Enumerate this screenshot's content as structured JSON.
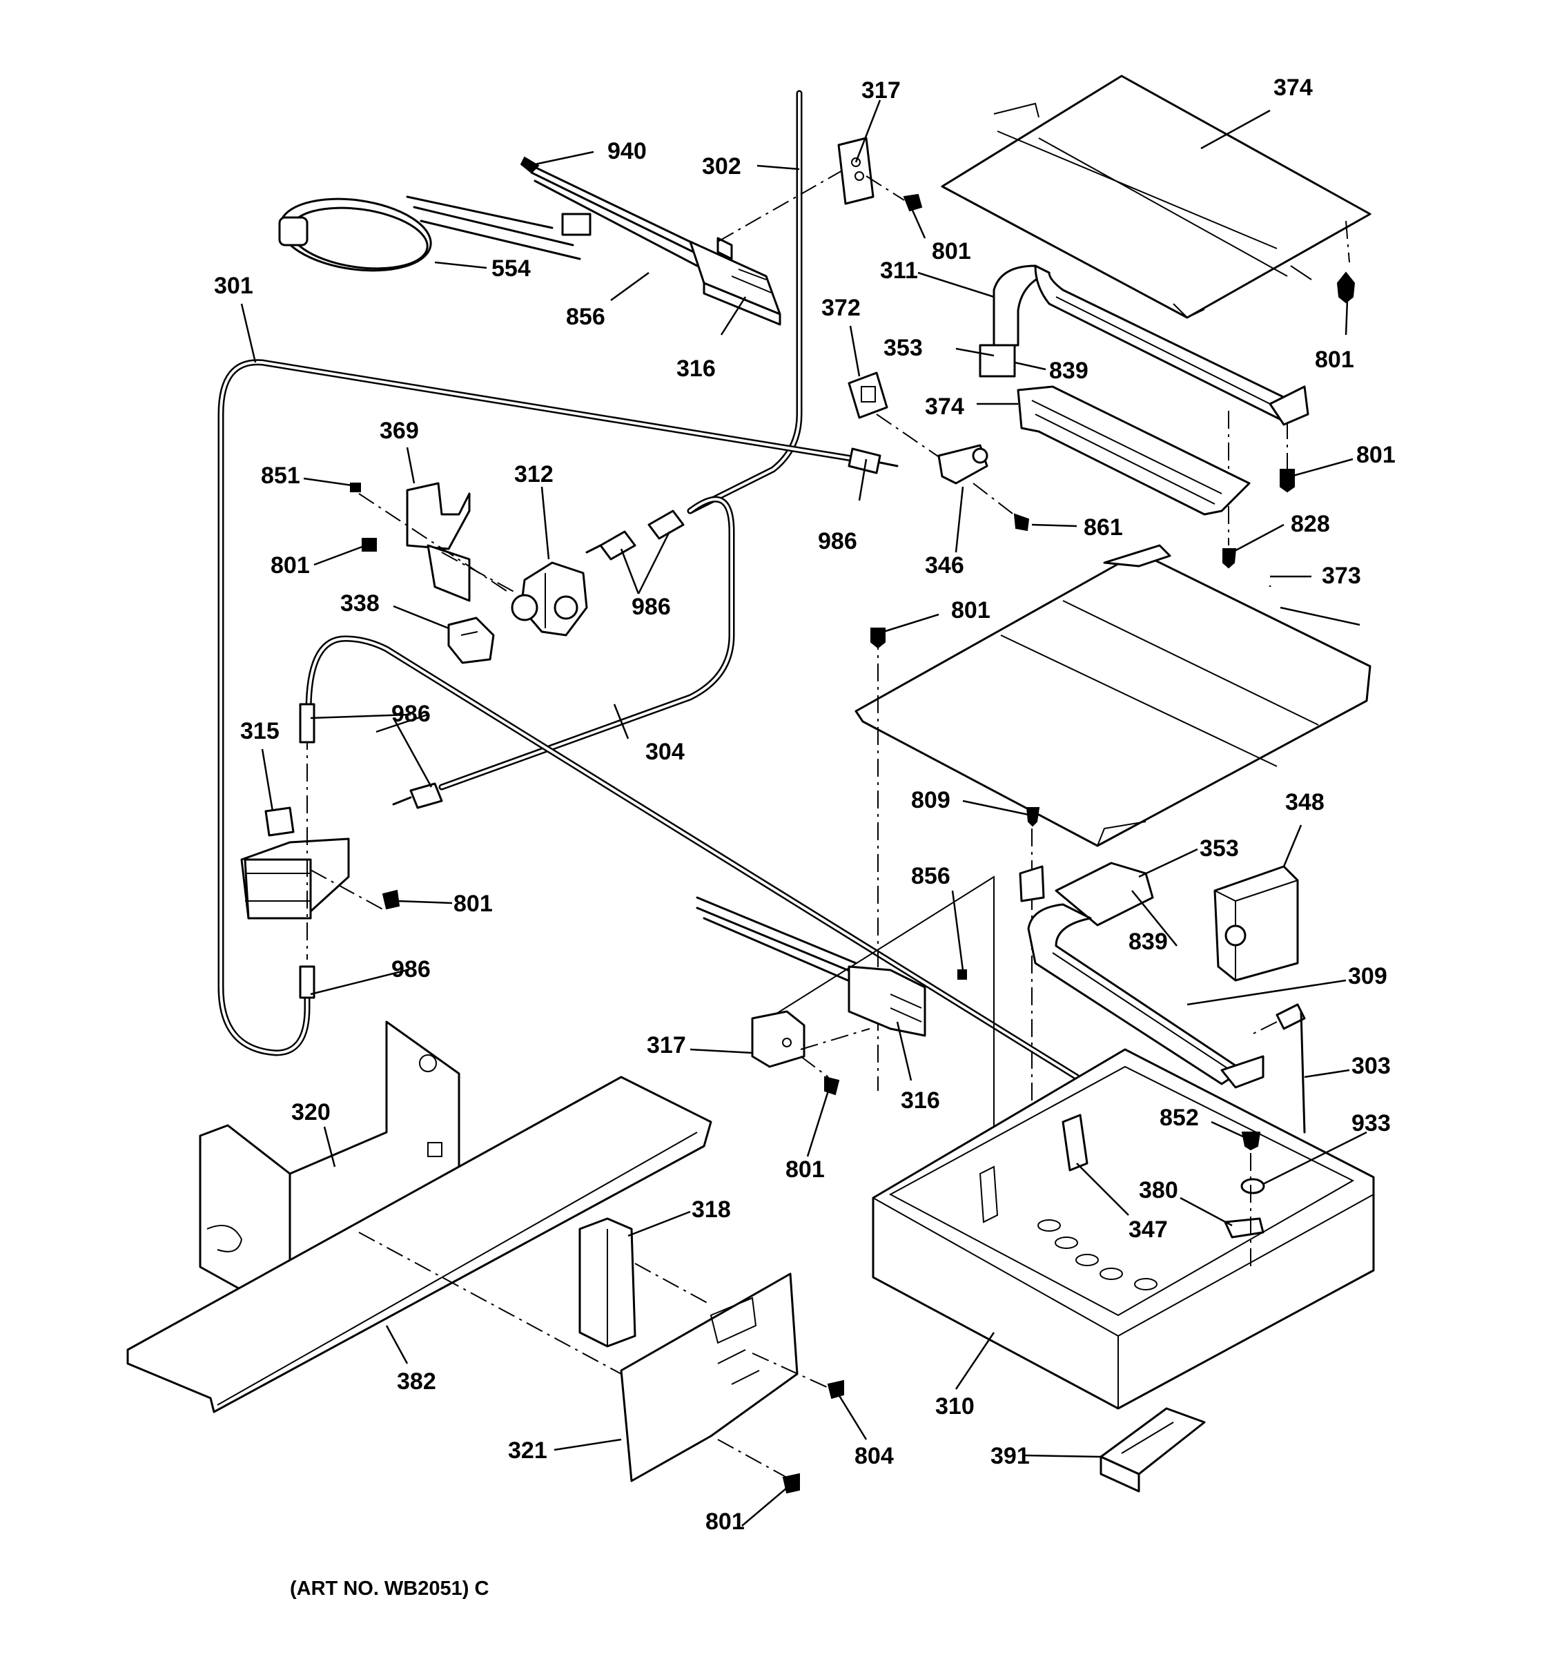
{
  "caption": "(ART NO. WB2051) C",
  "callouts": [
    {
      "id": "c317a",
      "text": "317"
    },
    {
      "id": "c374a",
      "text": "374"
    },
    {
      "id": "c940",
      "text": "940"
    },
    {
      "id": "c302",
      "text": "302"
    },
    {
      "id": "c801a",
      "text": "801"
    },
    {
      "id": "c554",
      "text": "554"
    },
    {
      "id": "c301",
      "text": "301"
    },
    {
      "id": "c856a",
      "text": "856"
    },
    {
      "id": "c311",
      "text": "311"
    },
    {
      "id": "c372",
      "text": "372"
    },
    {
      "id": "c316a",
      "text": "316"
    },
    {
      "id": "c353a",
      "text": "353"
    },
    {
      "id": "c839a",
      "text": "839"
    },
    {
      "id": "c801b",
      "text": "801"
    },
    {
      "id": "c374b",
      "text": "374"
    },
    {
      "id": "c369",
      "text": "369"
    },
    {
      "id": "c801c",
      "text": "801"
    },
    {
      "id": "c851",
      "text": "851"
    },
    {
      "id": "c312",
      "text": "312"
    },
    {
      "id": "c986a",
      "text": "986"
    },
    {
      "id": "c861",
      "text": "861"
    },
    {
      "id": "c828",
      "text": "828"
    },
    {
      "id": "c346",
      "text": "346"
    },
    {
      "id": "c801d",
      "text": "801"
    },
    {
      "id": "c373",
      "text": "373"
    },
    {
      "id": "c338",
      "text": "338"
    },
    {
      "id": "c986b",
      "text": "986"
    },
    {
      "id": "c801e",
      "text": "801"
    },
    {
      "id": "c986c",
      "text": "986"
    },
    {
      "id": "c315",
      "text": "315"
    },
    {
      "id": "c304",
      "text": "304"
    },
    {
      "id": "c809",
      "text": "809"
    },
    {
      "id": "c348",
      "text": "348"
    },
    {
      "id": "c353b",
      "text": "353"
    },
    {
      "id": "c856b",
      "text": "856"
    },
    {
      "id": "c801f",
      "text": "801"
    },
    {
      "id": "c839b",
      "text": "839"
    },
    {
      "id": "c986d",
      "text": "986"
    },
    {
      "id": "c309",
      "text": "309"
    },
    {
      "id": "c317b",
      "text": "317"
    },
    {
      "id": "c303",
      "text": "303"
    },
    {
      "id": "c316b",
      "text": "316"
    },
    {
      "id": "c320",
      "text": "320"
    },
    {
      "id": "c852",
      "text": "852"
    },
    {
      "id": "c933",
      "text": "933"
    },
    {
      "id": "c801g",
      "text": "801"
    },
    {
      "id": "c380",
      "text": "380"
    },
    {
      "id": "c347",
      "text": "347"
    },
    {
      "id": "c318",
      "text": "318"
    },
    {
      "id": "c382",
      "text": "382"
    },
    {
      "id": "c310",
      "text": "310"
    },
    {
      "id": "c804",
      "text": "804"
    },
    {
      "id": "c391",
      "text": "391"
    },
    {
      "id": "c321",
      "text": "321"
    },
    {
      "id": "c801h",
      "text": "801"
    }
  ]
}
